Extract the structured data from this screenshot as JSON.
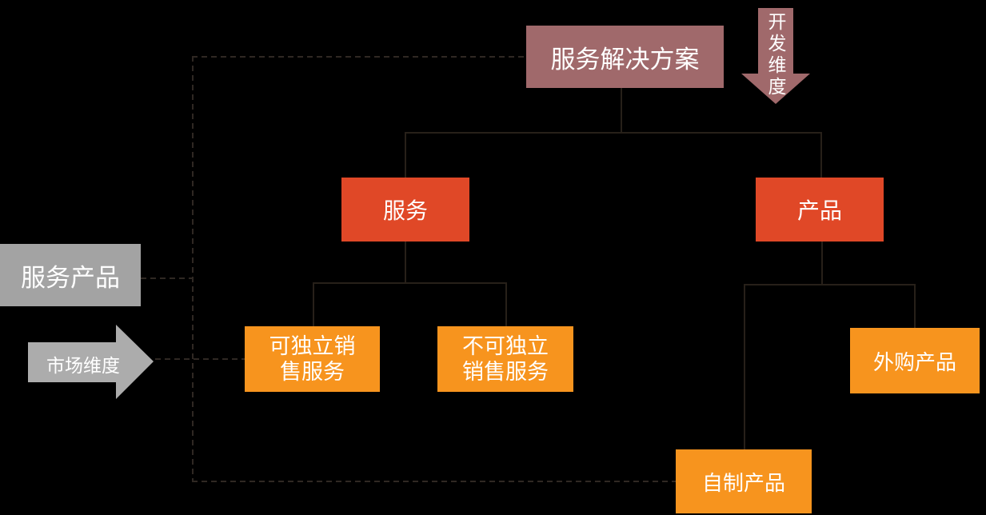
{
  "diagram": {
    "type": "org-tree",
    "background": "#000000",
    "nodes": {
      "root": {
        "label": "服务解决方案",
        "color": "#A0696B"
      },
      "service": {
        "label": "服务",
        "color": "#E04827"
      },
      "product": {
        "label": "产品",
        "color": "#E04827"
      },
      "sellable_service": {
        "label": "可独立销售服务",
        "color": "#F7941E"
      },
      "non_sellable_service": {
        "label": "不可独立销售服务",
        "color": "#F7941E"
      },
      "outsourced_product": {
        "label": "外购产品",
        "color": "#F7941E"
      },
      "self_made_product": {
        "label": "自制产品",
        "color": "#F7941E"
      },
      "service_product": {
        "label": "服务产品",
        "color": "#A3A3A3"
      }
    },
    "edges": {
      "solid": [
        [
          "root",
          "service"
        ],
        [
          "root",
          "product"
        ],
        [
          "service",
          "sellable_service"
        ],
        [
          "service",
          "non_sellable_service"
        ],
        [
          "product",
          "outsourced_product"
        ],
        [
          "product",
          "self_made_product"
        ]
      ],
      "dashed": [
        [
          "service_product",
          "root"
        ],
        [
          "service_product",
          "self_made_product"
        ],
        [
          "market_dimension_arrow",
          "sellable_service"
        ]
      ]
    },
    "annotations": {
      "dev_dimension": {
        "label": "开发维度",
        "shape": "down-arrow",
        "color": "#A0696B"
      },
      "market_dimension": {
        "label": "市场维度",
        "shape": "right-arrow",
        "color": "#ACACAC"
      }
    },
    "colors": {
      "line_solid": "#272019",
      "line_dashed": "#2F2823",
      "text": "#FFFFFF"
    }
  }
}
